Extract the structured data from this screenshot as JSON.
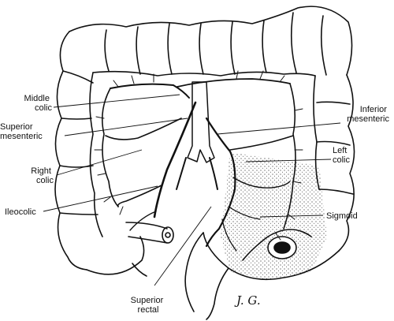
{
  "figure": {
    "labels": {
      "middle_colic": [
        "Middle",
        "colic"
      ],
      "superior_mesenteric": [
        "Superior",
        "mesenteric"
      ],
      "right_colic": [
        "Right",
        "colic"
      ],
      "ileocolic": [
        "Ileocolic"
      ],
      "inferior_mesenteric": [
        "Inferior",
        "mesenteric"
      ],
      "left_colic": [
        "Left",
        "colic"
      ],
      "sigmoid": [
        "Sigmoid"
      ],
      "superior_rectal": [
        "Superior",
        "rectal"
      ]
    },
    "signature": "J. G."
  }
}
